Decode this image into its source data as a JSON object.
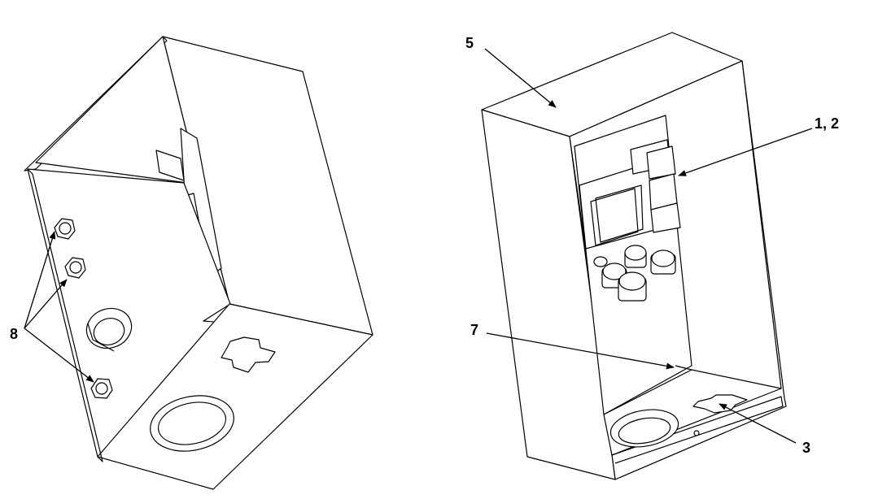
{
  "callouts": {
    "screws": "8",
    "cover": "5",
    "control_board": "1, 2",
    "wire_lead": "7",
    "knockout_plate": "3"
  },
  "colors": {
    "line": "#000000",
    "fill": "#ffffff"
  }
}
